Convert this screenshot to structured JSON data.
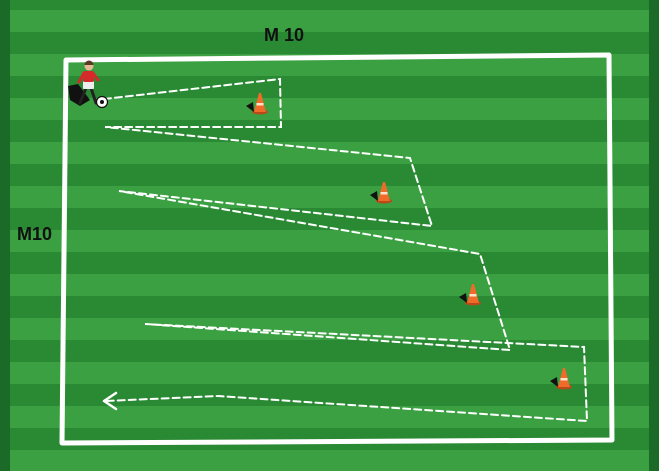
{
  "diagram": {
    "top_dimension_label": "M 10",
    "side_dimension_label": "M10",
    "colors": {
      "grass_dark": "#2a8a34",
      "grass_light": "#3aa042",
      "border": "#1c6a28",
      "line": "#ffffff",
      "cone": "#f06a2a",
      "player_shirt": "#d42a2a"
    },
    "cones": [
      "cone-1",
      "cone-2",
      "cone-3",
      "cone-4"
    ],
    "icons": [
      "player-icon",
      "ball-icon",
      "cone-icon",
      "arrowhead-icon"
    ]
  }
}
